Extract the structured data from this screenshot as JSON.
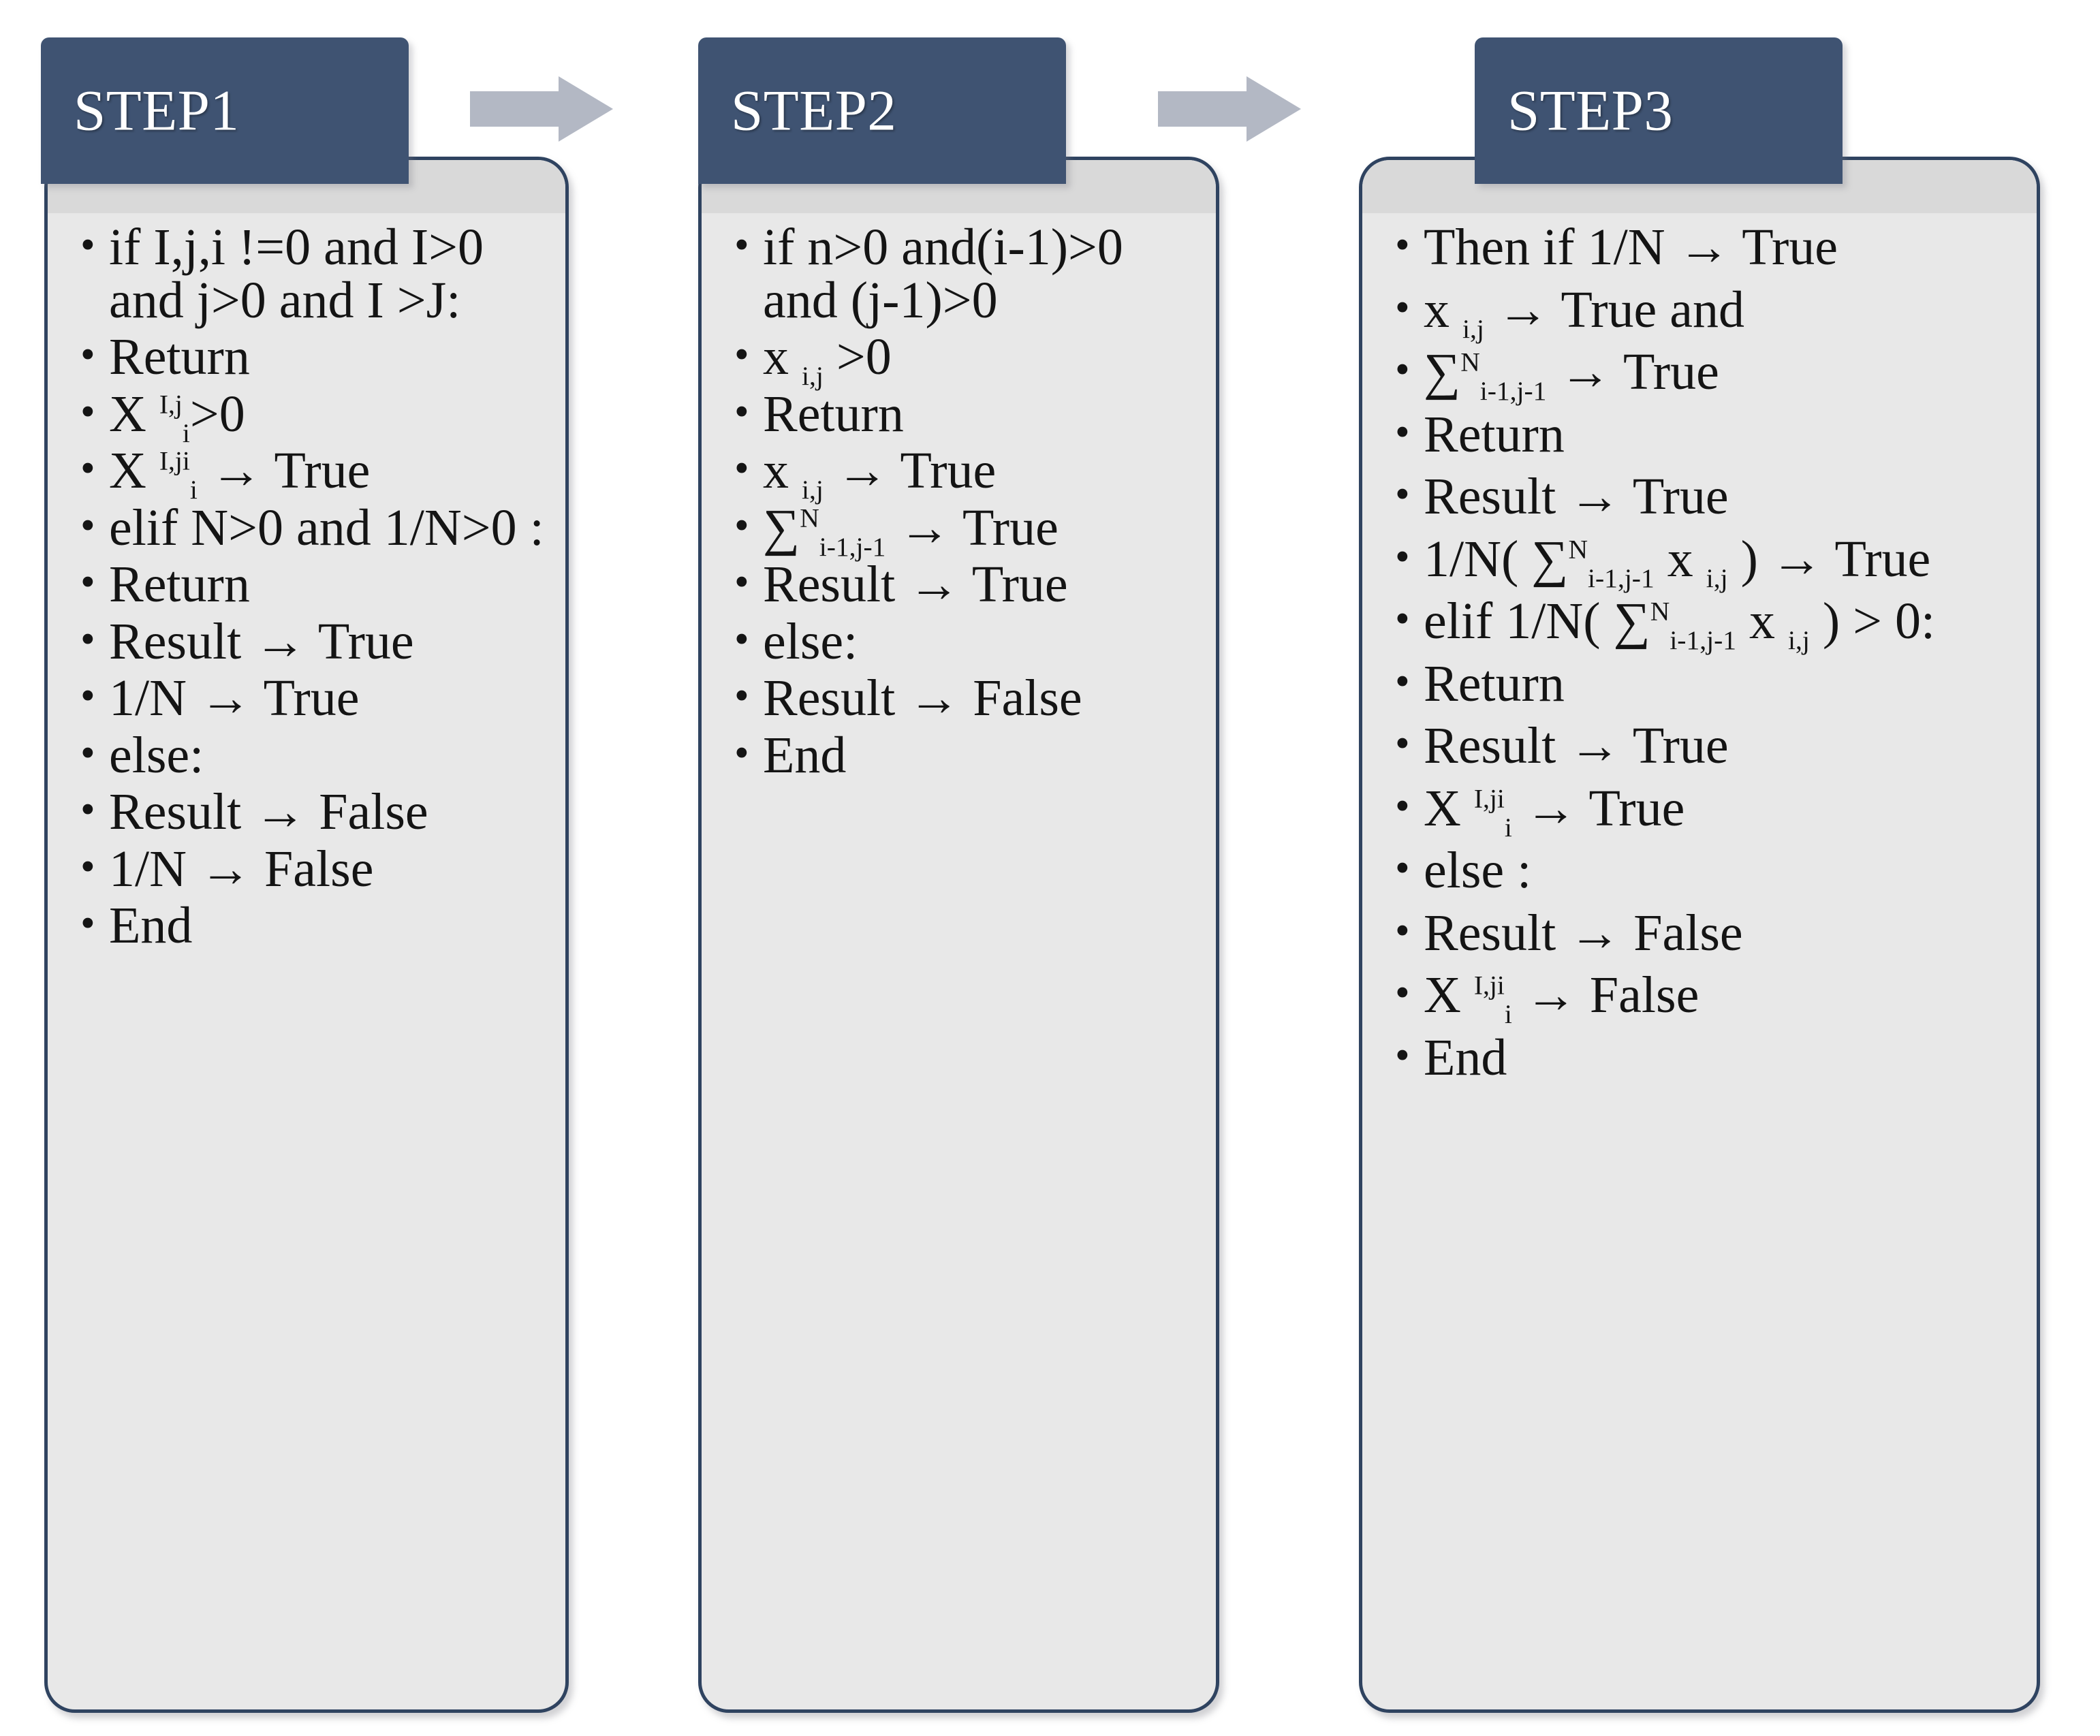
{
  "diagram": {
    "type": "three-step-process-flow",
    "accent_color": "#3f5372",
    "card_background": "#e8e8e8",
    "card_border_color": "#2f4360",
    "arrow_color": "#b3b8c4",
    "title_text_color": "#ffffff",
    "body_text_color": "#141414"
  },
  "steps": [
    {
      "id": "step1",
      "title": "STEP1",
      "items": [
        {
          "parts": [
            {
              "t": "if I,j,i !=0 and I>0 and j>0 and I >J:"
            }
          ]
        },
        {
          "parts": [
            {
              "t": "Return"
            }
          ]
        },
        {
          "parts": [
            {
              "t": "X "
            },
            {
              "sup": "I,j"
            },
            {
              "sub": "i"
            },
            {
              "t": ">0"
            }
          ]
        },
        {
          "parts": [
            {
              "t": "X "
            },
            {
              "sup": "I,ji"
            },
            {
              "sub": "i"
            },
            {
              "t": " → True"
            }
          ]
        },
        {
          "parts": [
            {
              "t": "elif N>0 and 1/N>0 :"
            }
          ]
        },
        {
          "parts": [
            {
              "t": "Return"
            }
          ]
        },
        {
          "parts": [
            {
              "t": "Result → True"
            }
          ]
        },
        {
          "parts": [
            {
              "t": "1/N → True"
            }
          ]
        },
        {
          "parts": [
            {
              "t": "else:"
            }
          ]
        },
        {
          "parts": [
            {
              "t": "Result → False"
            }
          ]
        },
        {
          "parts": [
            {
              "t": "1/N → False"
            }
          ]
        },
        {
          "parts": [
            {
              "t": "End"
            }
          ]
        }
      ]
    },
    {
      "id": "step2",
      "title": "STEP2",
      "items": [
        {
          "parts": [
            {
              "t": "if n>0 and(i-1)>0 and (j-1)>0"
            }
          ]
        },
        {
          "parts": [
            {
              "t": "x "
            },
            {
              "sub": "i,j"
            },
            {
              "t": " >0"
            }
          ]
        },
        {
          "parts": [
            {
              "t": "Return"
            }
          ]
        },
        {
          "parts": [
            {
              "t": "x "
            },
            {
              "sub": "i,j"
            },
            {
              "t": " → True"
            }
          ]
        },
        {
          "parts": [
            {
              "t": "∑"
            },
            {
              "sup": "N"
            },
            {
              "sub": "i-1,j-1"
            },
            {
              "t": " → True"
            }
          ]
        },
        {
          "parts": [
            {
              "t": "Result → True"
            }
          ]
        },
        {
          "parts": [
            {
              "t": "else:"
            }
          ]
        },
        {
          "parts": [
            {
              "t": "Result → False"
            }
          ]
        },
        {
          "parts": [
            {
              "t": "End"
            }
          ]
        }
      ]
    },
    {
      "id": "step3",
      "title": "STEP3",
      "items": [
        {
          "parts": [
            {
              "t": "Then if 1/N → True"
            }
          ]
        },
        {
          "parts": [
            {
              "t": "x "
            },
            {
              "sub": "i,j"
            },
            {
              "t": " → True and"
            }
          ]
        },
        {
          "parts": [
            {
              "t": " ∑"
            },
            {
              "sup": "N"
            },
            {
              "sub": "i-1,j-1"
            },
            {
              "t": " → True"
            }
          ]
        },
        {
          "parts": [
            {
              "t": "Return"
            }
          ]
        },
        {
          "parts": [
            {
              "t": "Result → True"
            }
          ]
        },
        {
          "parts": [
            {
              "t": "1/N( ∑"
            },
            {
              "sup": "N"
            },
            {
              "sub": "i-1,j-1"
            },
            {
              "t": " x "
            },
            {
              "sub": "i,j"
            },
            {
              "t": " ) → True"
            }
          ]
        },
        {
          "parts": [
            {
              "t": "elif 1/N( ∑"
            },
            {
              "sup": "N"
            },
            {
              "sub": "i-1,j-1"
            },
            {
              "t": " x "
            },
            {
              "sub": "i,j"
            },
            {
              "t": " ) > 0:"
            }
          ]
        },
        {
          "parts": [
            {
              "t": "Return"
            }
          ]
        },
        {
          "parts": [
            {
              "t": "Result → True"
            }
          ]
        },
        {
          "parts": [
            {
              "t": "X "
            },
            {
              "sup": "I,ji"
            },
            {
              "sub": "i"
            },
            {
              "t": " → True"
            }
          ]
        },
        {
          "parts": [
            {
              "t": "else :"
            }
          ]
        },
        {
          "parts": [
            {
              "t": "Result → False"
            }
          ]
        },
        {
          "parts": [
            {
              "t": "X "
            },
            {
              "sup": "I,ji"
            },
            {
              "sub": "i"
            },
            {
              "t": " → False"
            }
          ]
        },
        {
          "parts": [
            {
              "t": "End"
            }
          ]
        }
      ]
    }
  ],
  "connectors": [
    {
      "id": "arrow-step1-step2",
      "icon": "arrow-right-icon"
    },
    {
      "id": "arrow-step2-step3",
      "icon": "arrow-right-icon"
    }
  ]
}
